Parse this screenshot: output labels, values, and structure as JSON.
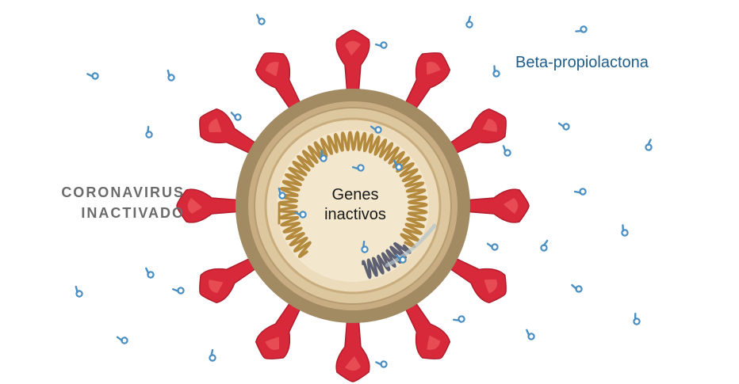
{
  "labels": {
    "virus_name_line1": "CORONAVIRUS",
    "virus_name_line2": "INACTIVADO",
    "chemical": "Beta-propiolactona",
    "center_line1": "Genes",
    "center_line2": "inactivos"
  },
  "colors": {
    "spike": "#d8293a",
    "spike_highlight": "#ee5a60",
    "envelope_outer": "#a28a63",
    "envelope_mid": "#c8ad82",
    "envelope_inner": "#dcc79f",
    "core": "#ecdcbc",
    "rna": "#b48a3e",
    "rna_damaged": "#5d5f73",
    "molecule": "#4b8fc2",
    "chemical_text": "#1f5d8a",
    "virus_text": "#6b6b6b"
  },
  "icons": {
    "molecule": "beta-propiolactone-molecule-icon",
    "spike": "spike-protein-icon"
  }
}
